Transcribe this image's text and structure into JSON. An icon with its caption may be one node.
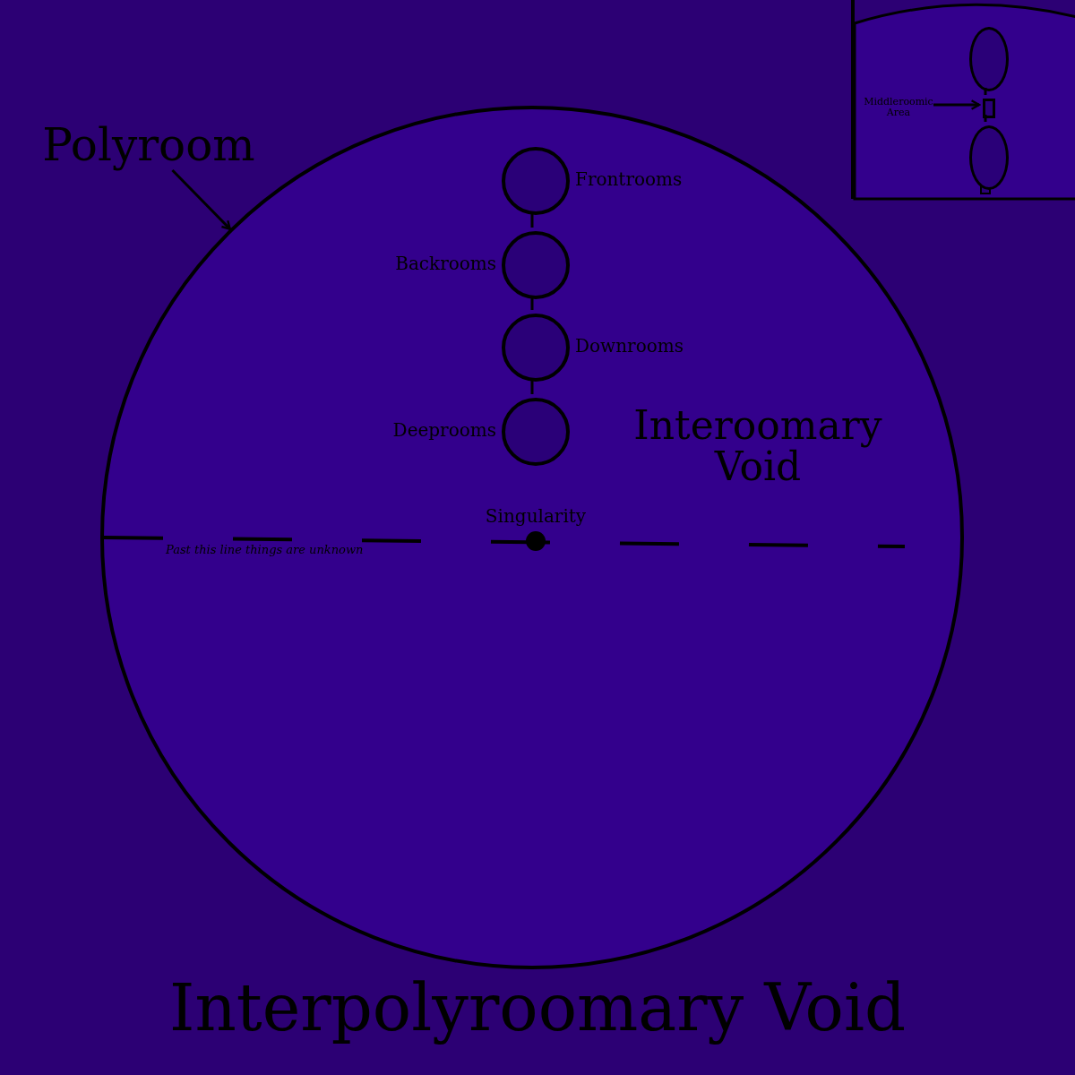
{
  "diagram": {
    "nodes": [
      {
        "text": [
          "Polyroom"
        ]
      },
      {
        "text": [
          "Interoomary Void"
        ]
      },
      {
        "text": [],
        "shape": "circle",
        "in": 1,
        "beside": [
          "Frontrooms"
        ]
      },
      {
        "text": [],
        "shape": "circle",
        "in": 1,
        "beside": [
          "Backrooms"
        ]
      },
      {
        "text": [],
        "shape": "circle",
        "in": 1,
        "beside": [
          "Downrooms"
        ]
      },
      {
        "text": [],
        "shape": "circle",
        "in": 1,
        "beside": [
          "Deeprooms"
        ]
      },
      {
        "text": [],
        "shape": "circle",
        "in": 1,
        "beside": [
          "Singularity"
        ]
      },
      {
        "text": [],
        "shape": "box"
      },
      {
        "text": [],
        "shape": "circle",
        "in": 7
      },
      {
        "text": [],
        "shape": "circle",
        "in": 7
      },
      {
        "text": [
          "Middleroomic Area"
        ],
        "in": 7
      },
      {
        "text": [],
        "shape": "box",
        "in": 7
      }
    ],
    "edges": [
      {
        "from": 0,
        "to": 1,
        "arrow": "to"
      },
      {
        "from": 2,
        "to": 3,
        "arrow": "none"
      },
      {
        "from": 3,
        "to": 4,
        "arrow": "none"
      },
      {
        "from": 4,
        "to": 5,
        "arrow": "none"
      },
      {
        "from": 8,
        "to": 11,
        "arrow": "none"
      },
      {
        "from": 11,
        "to": 9,
        "arrow": "none"
      },
      {
        "from": 10,
        "to": 11,
        "arrow": "to"
      }
    ],
    "labels": [
      "Past this line things are unknown",
      "Interpolyroomary Void"
    ]
  }
}
